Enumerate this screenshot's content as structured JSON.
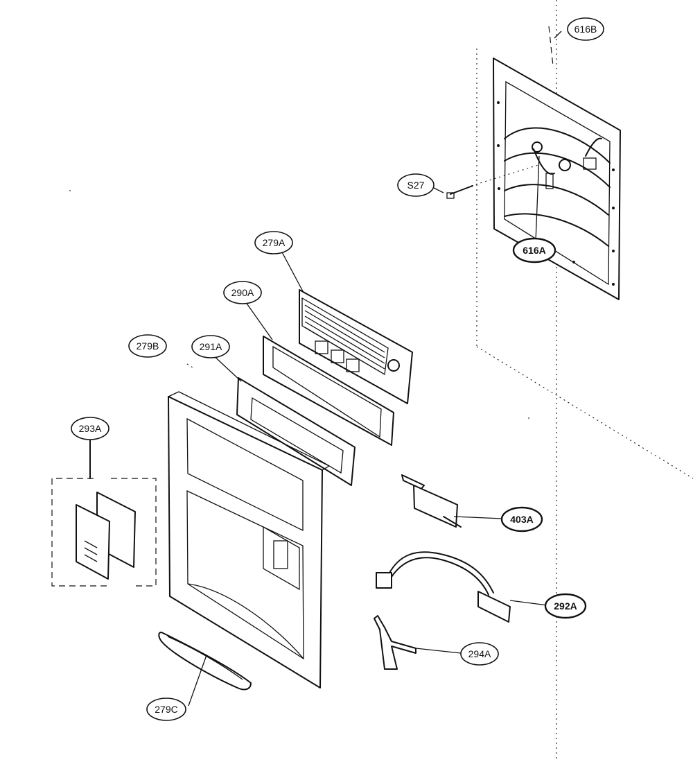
{
  "labels": {
    "l616B": "616B",
    "l616A": "616A",
    "lS27": "S27",
    "l279A": "279A",
    "l290A": "290A",
    "l279B": "279B",
    "l291A": "291A",
    "l293A": "293A",
    "l403A": "403A",
    "l292A": "292A",
    "l294A": "294A",
    "l279C": "279C"
  }
}
